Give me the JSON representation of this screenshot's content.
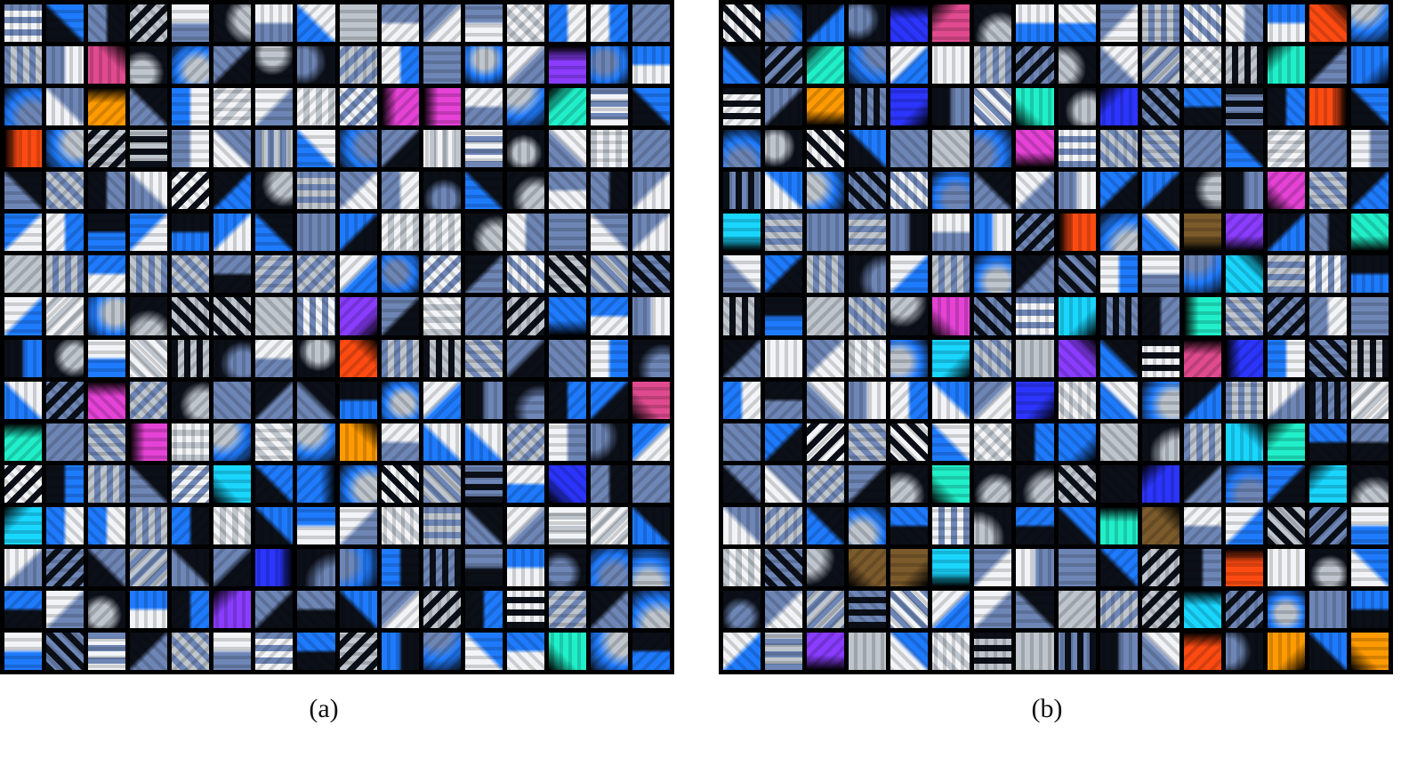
{
  "figure": {
    "panels": [
      {
        "label": "(a)"
      },
      {
        "label": "(b)"
      }
    ],
    "grid": {
      "rows": 16,
      "cols": 16
    },
    "palette": {
      "background": "#000000",
      "blue": "#1e7bff",
      "royal_blue": "#2b35ff",
      "purple": "#8a3cff",
      "magenta": "#e542d6",
      "pink": "#e04a8f",
      "orange": "#ff9a00",
      "red_orange": "#ff4b12",
      "cyan": "#19d6ff",
      "teal": "#20f0c9",
      "steel": "#6e86b6",
      "gray": "#bfc5cc",
      "dark": "#0b0f18",
      "white": "#f2f4f7",
      "brown": "#7b5a2b"
    }
  }
}
